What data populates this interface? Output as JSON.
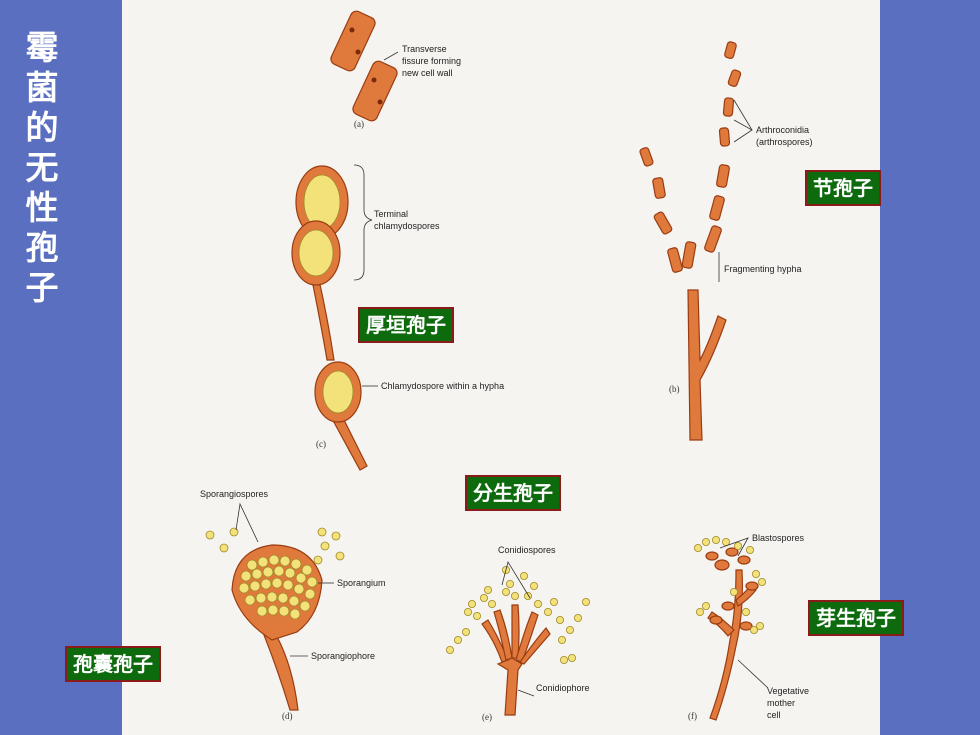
{
  "title": "霉菌的无性孢子",
  "labels": {
    "arthro": "节孢子",
    "chlamy": "厚垣孢子",
    "conidio": "分生孢子",
    "blasto": "芽生孢子",
    "sporang": "孢囊孢子"
  },
  "annotations": {
    "a_line1": "Transverse",
    "a_line2": "fissure forming",
    "a_line3": "new cell wall",
    "a_letter": "(a)",
    "c_term1": "Terminal",
    "c_term2": "chlamydospores",
    "c_within": "Chlamydospore within a hypha",
    "c_letter": "(c)",
    "b_arthro1": "Arthroconidia",
    "b_arthro2": "(arthrospores)",
    "b_frag": "Fragmenting hypha",
    "b_letter": "(b)",
    "d_spores": "Sporangiospores",
    "d_sporangium": "Sporangium",
    "d_sporangiophore": "Sporangiophore",
    "d_letter": "(d)",
    "e_spores": "Conidiospores",
    "e_phore": "Conidiophore",
    "e_letter": "(e)",
    "f_blasto": "Blastospores",
    "f_veg1": "Vegetative",
    "f_veg2": "mother",
    "f_veg3": "cell",
    "f_letter": "(f)"
  },
  "colors": {
    "background": "#5a6fbf",
    "panel": "#f6f4f0",
    "hypha": "#e07a3c",
    "hypha_stroke": "#9a3c12",
    "spore": "#f3e27a",
    "label_bg": "#0d6b0d",
    "label_border": "#8b1a1a"
  }
}
